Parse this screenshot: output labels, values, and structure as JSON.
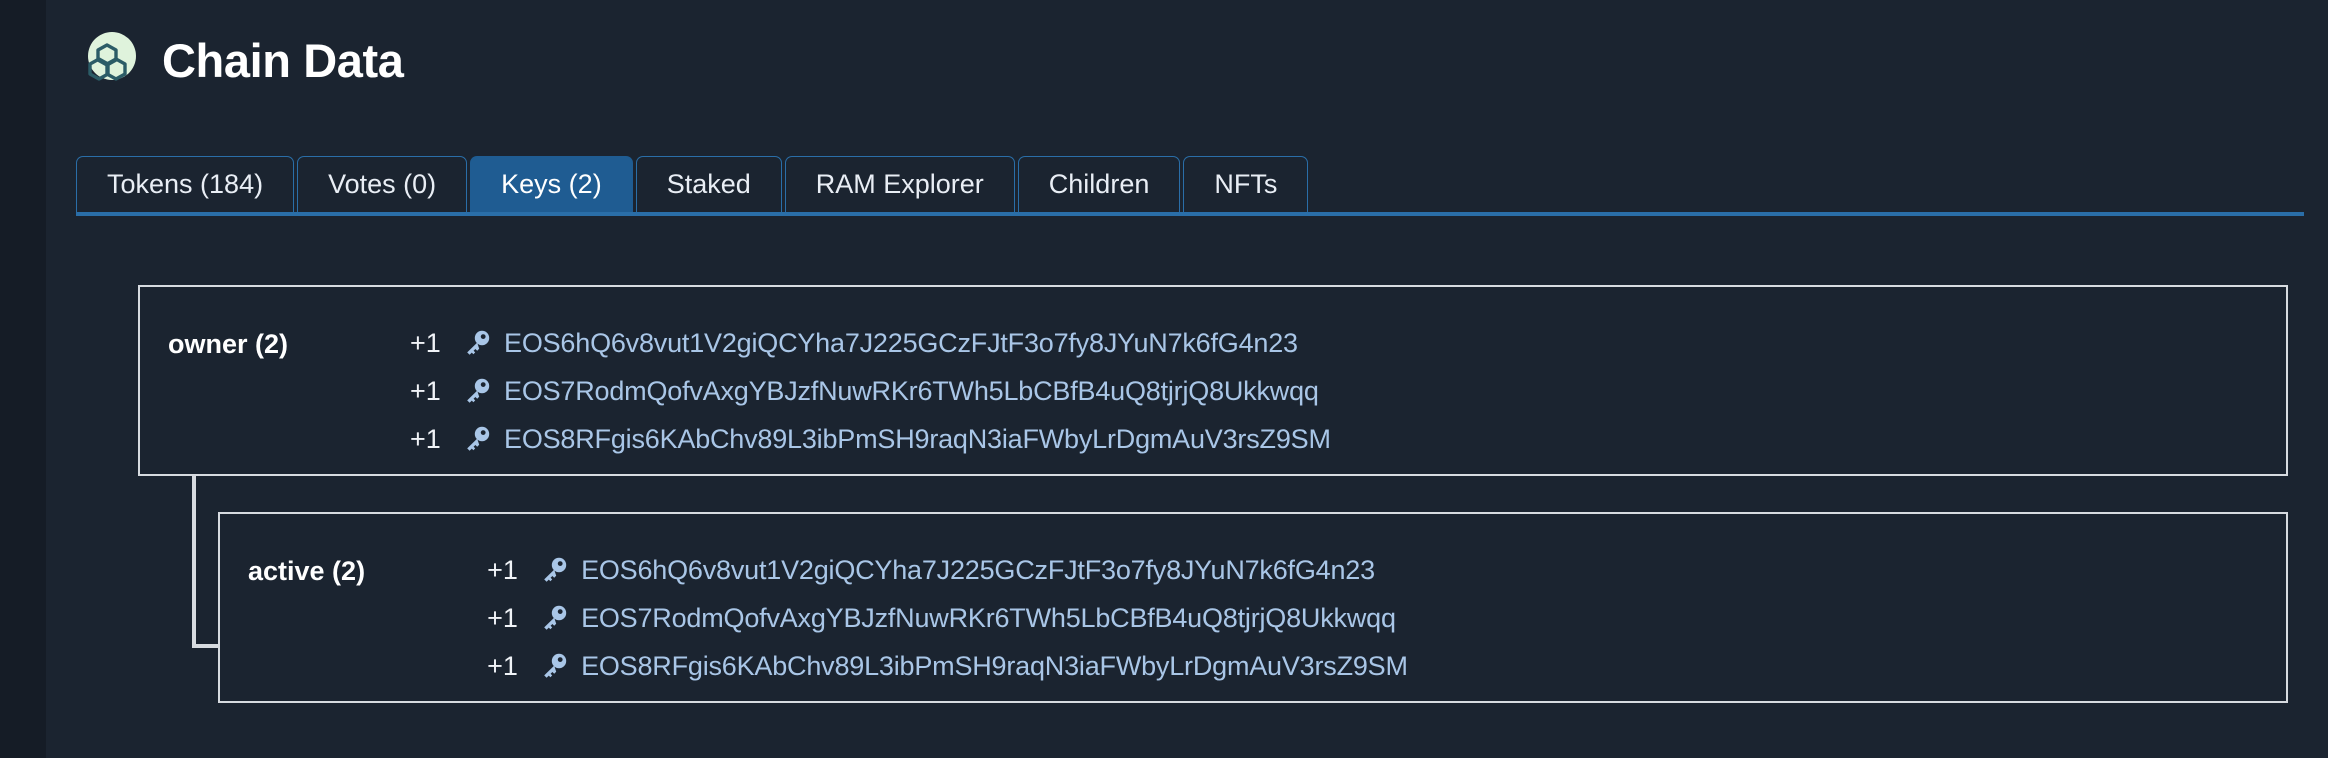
{
  "header": {
    "title": "Chain Data",
    "logo_icon": "hexagon-cluster-logo"
  },
  "tabs": [
    {
      "label": "Tokens (184)",
      "active": false,
      "name": "tab-tokens"
    },
    {
      "label": "Votes (0)",
      "active": false,
      "name": "tab-votes"
    },
    {
      "label": "Keys (2)",
      "active": true,
      "name": "tab-keys"
    },
    {
      "label": "Staked",
      "active": false,
      "name": "tab-staked"
    },
    {
      "label": "RAM Explorer",
      "active": false,
      "name": "tab-ram-explorer"
    },
    {
      "label": "Children",
      "active": false,
      "name": "tab-children"
    },
    {
      "label": "NFTs",
      "active": false,
      "name": "tab-nfts"
    }
  ],
  "permissions": [
    {
      "name": "owner-permission",
      "label": "owner (2)",
      "keys": [
        {
          "weight": "+1",
          "icon": "key-icon",
          "value": "EOS6hQ6v8vut1V2giQCYha7J225GCzFJtF3o7fy8JYuN7k6fG4n23"
        },
        {
          "weight": "+1",
          "icon": "key-icon",
          "value": "EOS7RodmQofvAxgYBJzfNuwRKr6TWh5LbCBfB4uQ8tjrjQ8Ukkwqq"
        },
        {
          "weight": "+1",
          "icon": "key-icon",
          "value": "EOS8RFgis6KAbChv89L3ibPmSH9raqN3iaFWbyLrDgmAuV3rsZ9SM"
        }
      ]
    },
    {
      "name": "active-permission",
      "label": "active (2)",
      "keys": [
        {
          "weight": "+1",
          "icon": "key-icon",
          "value": "EOS6hQ6v8vut1V2giQCYha7J225GCzFJtF3o7fy8JYuN7k6fG4n23"
        },
        {
          "weight": "+1",
          "icon": "key-icon",
          "value": "EOS7RodmQofvAxgYBJzfNuwRKr6TWh5LbCBfB4uQ8tjrjQ8Ukkwqq"
        },
        {
          "weight": "+1",
          "icon": "key-icon",
          "value": "EOS8RFgis6KAbChv89L3ibPmSH9raqN3iaFWbyLrDgmAuV3rsZ9SM"
        }
      ]
    }
  ],
  "colors": {
    "page_background": "#1b2430",
    "gutter": "#151c26",
    "tab_active_background": "#1f5c92",
    "tab_border": "#2a6ea8",
    "box_border": "#d7dbe0",
    "key_link": "#a9c6e7",
    "logo_fill": "#dff3dc",
    "logo_outline": "#2b5c66"
  }
}
